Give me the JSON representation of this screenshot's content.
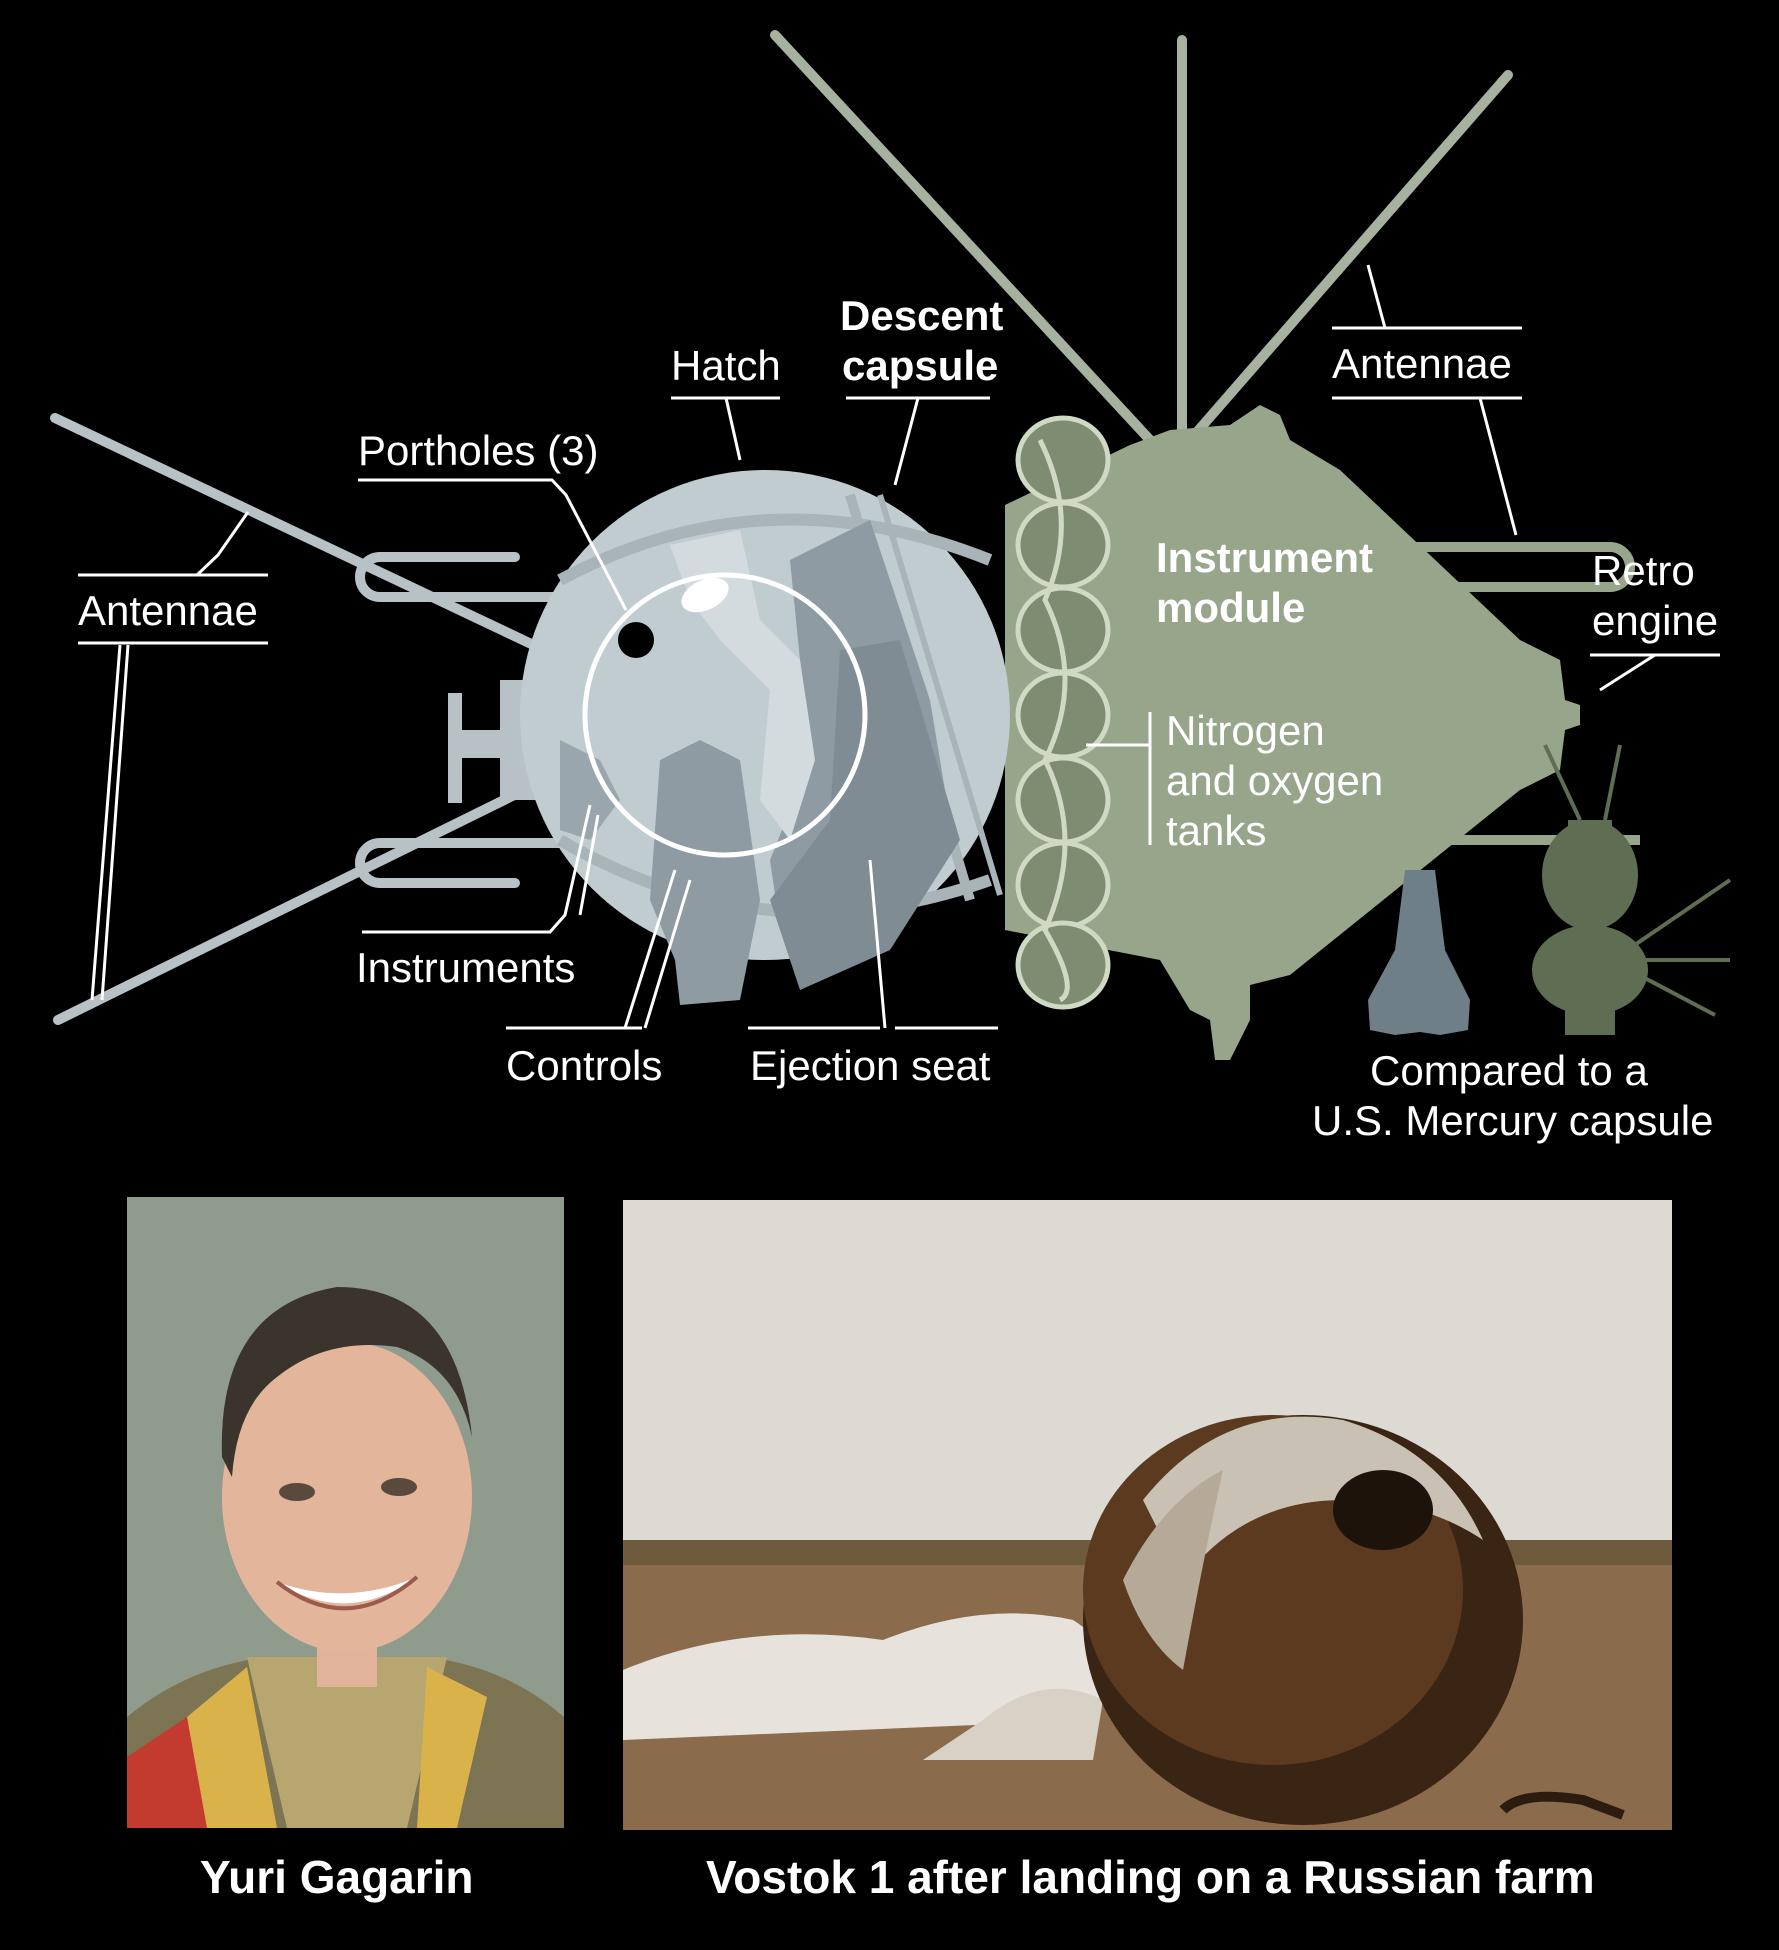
{
  "labels": {
    "antennae_left": "Antennae",
    "portholes": "Portholes (3)",
    "hatch": "Hatch",
    "descent_line1": "Descent",
    "descent_line2": "capsule",
    "antennae_right": "Antennae",
    "instrument_line1": "Instrument",
    "instrument_line2": "module",
    "retro_line1": "Retro",
    "retro_line2": "engine",
    "tanks_line1": "Nitrogen",
    "tanks_line2": "and oxygen",
    "tanks_line3": "tanks",
    "instruments": "Instruments",
    "controls": "Controls",
    "ejection_seat": "Ejection seat",
    "compared_line1": "Compared to a",
    "compared_line2": "U.S. Mercury capsule"
  },
  "captions": {
    "portrait": "Yuri Gagarin",
    "landing": "Vostok 1 after landing on a Russian farm"
  },
  "colors": {
    "background": "#000000",
    "descent_capsule": "#c1ccd1",
    "instrument_module": "#97a58b",
    "tanks": "#7e8c72",
    "antennae": "#a6b1a0",
    "mercury_capsule": "#6f7f88",
    "vostok_small": "#5f6e52"
  }
}
